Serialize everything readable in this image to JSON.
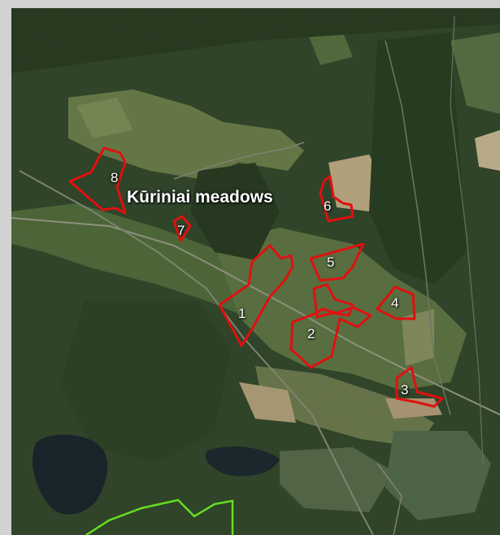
{
  "map": {
    "title": "Kūriniai meadows",
    "plot_color": "#e01010",
    "boundary_color": "#66dd22",
    "plots": [
      {
        "id": "1",
        "label": "1"
      },
      {
        "id": "2",
        "label": "2"
      },
      {
        "id": "3",
        "label": "3"
      },
      {
        "id": "4",
        "label": "4"
      },
      {
        "id": "5",
        "label": "5"
      },
      {
        "id": "6",
        "label": "6"
      },
      {
        "id": "7",
        "label": "7"
      },
      {
        "id": "8",
        "label": "8"
      }
    ]
  }
}
